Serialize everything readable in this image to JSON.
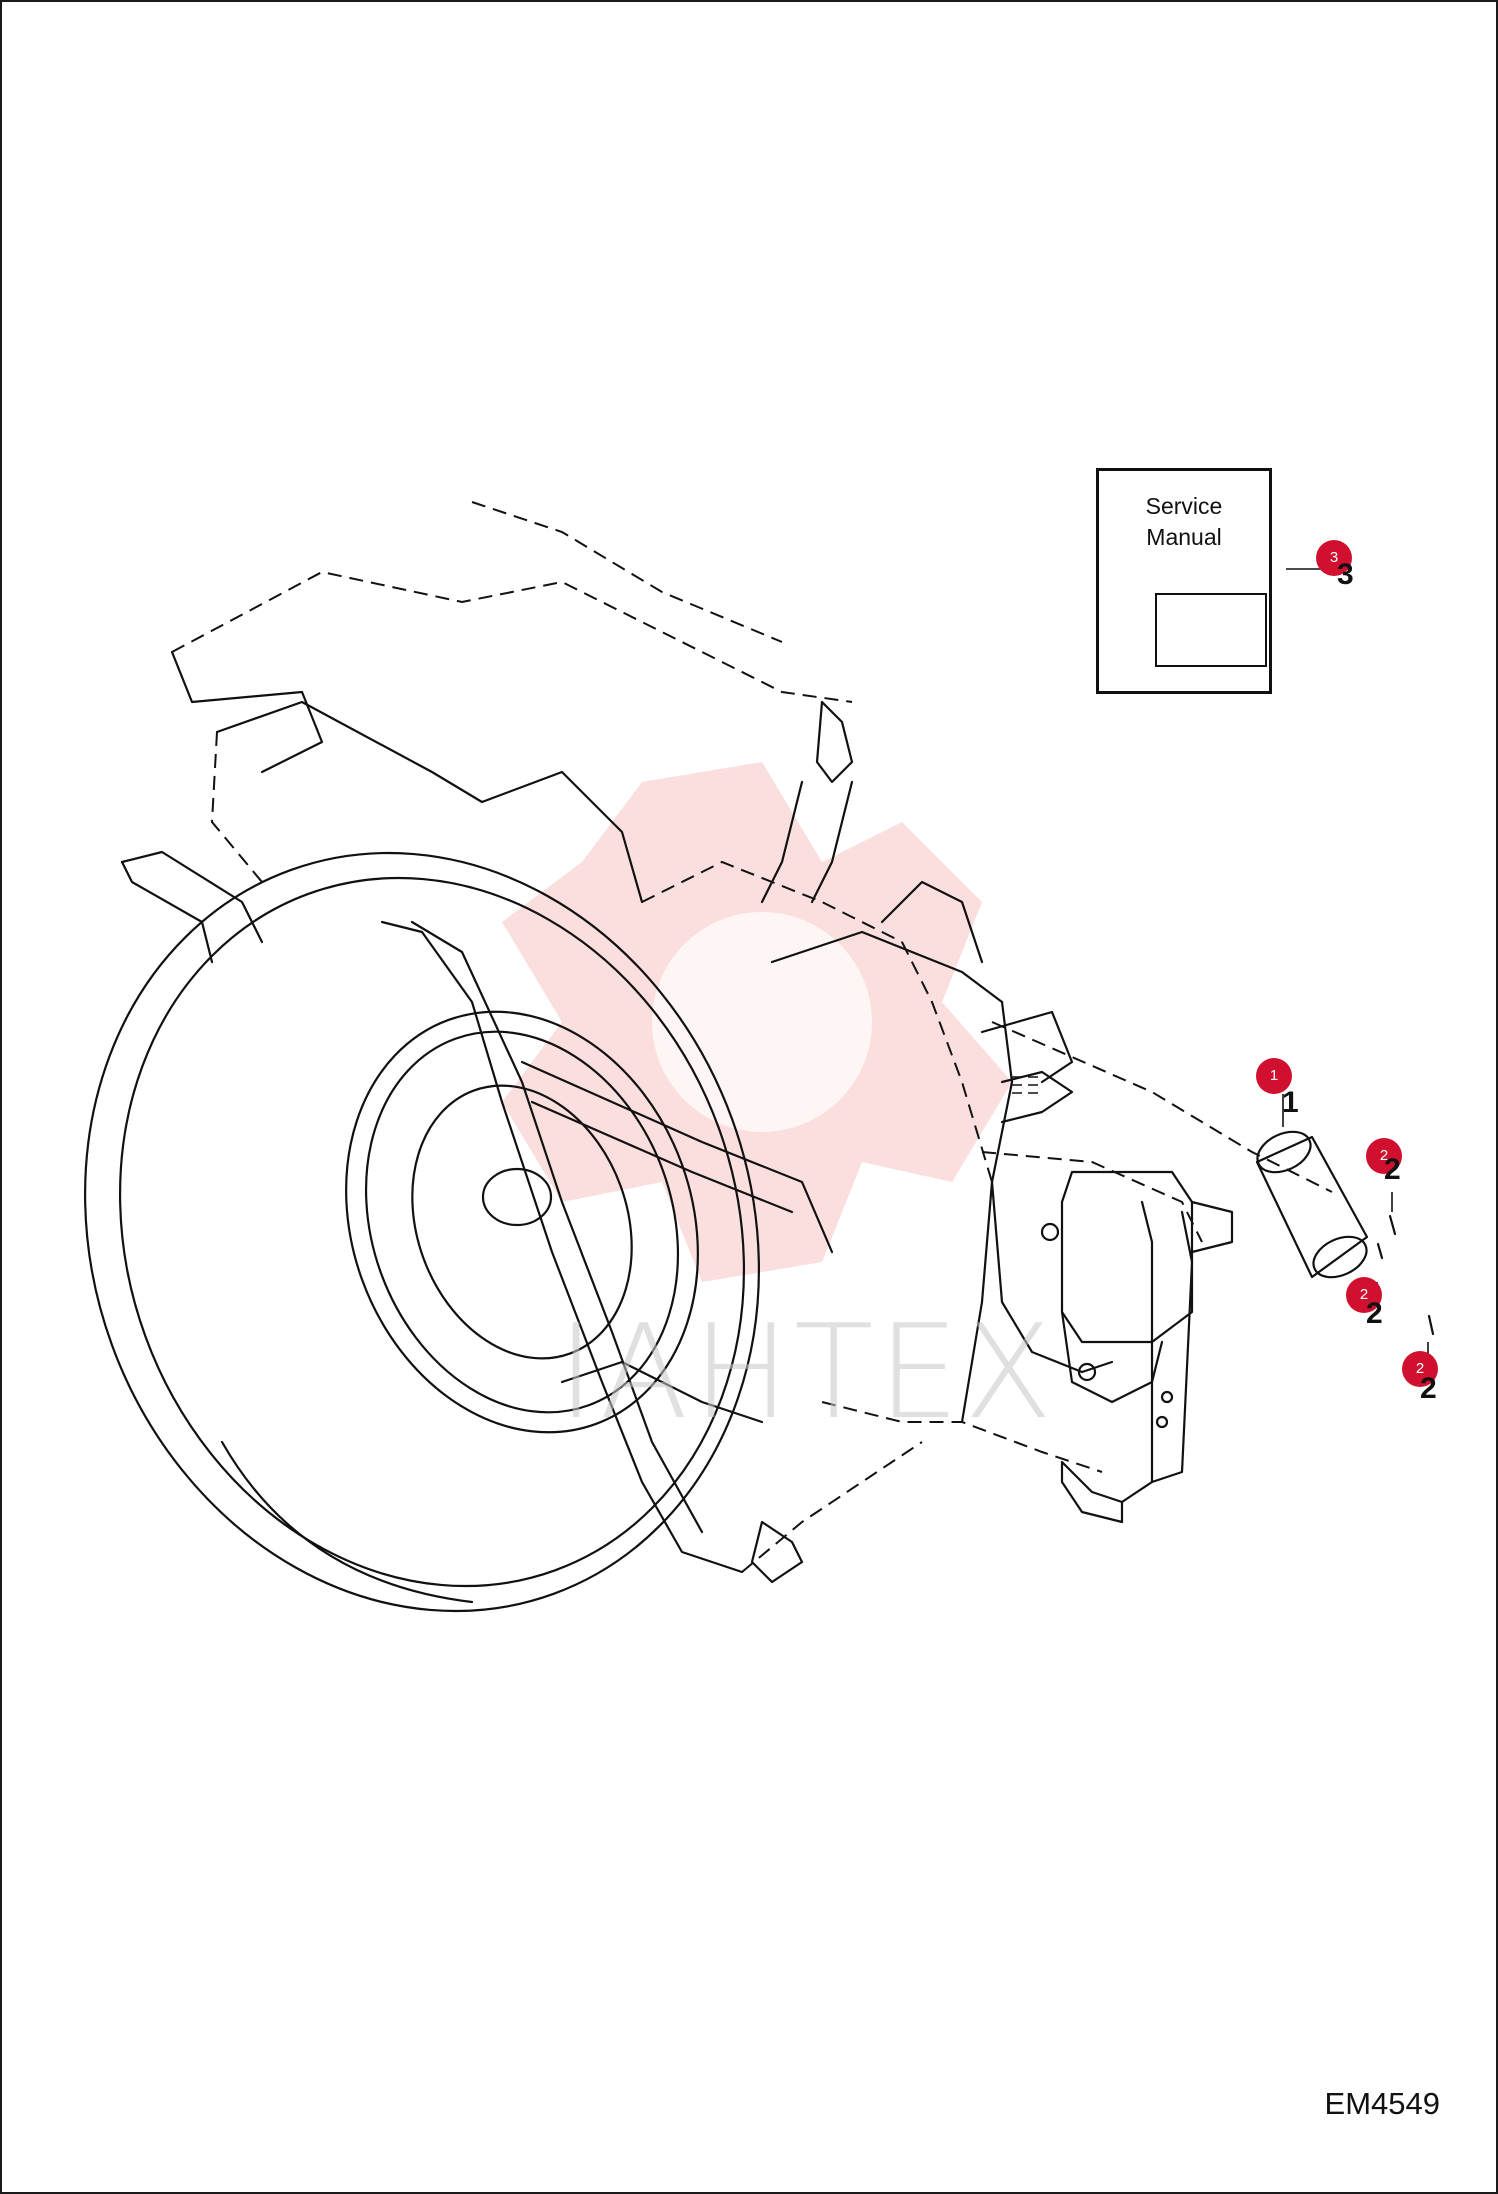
{
  "manual_label": {
    "line1": "Service",
    "line2": "Manual"
  },
  "callouts": [
    {
      "id": "c1",
      "number": "1"
    },
    {
      "id": "c2a",
      "number": "2"
    },
    {
      "id": "c2b",
      "number": "2"
    },
    {
      "id": "c2c",
      "number": "2"
    },
    {
      "id": "c3",
      "number": "3"
    }
  ],
  "part_numbers": {
    "p1": "1",
    "p2a": "2",
    "p2b": "2",
    "p2c": "2",
    "p3": "3"
  },
  "watermark": {
    "text": "IAHTEX"
  },
  "drawing_code": "EM4549",
  "colors": {
    "callout": "#d0102e",
    "line": "#111111",
    "watermark": "#f3a0a0"
  }
}
